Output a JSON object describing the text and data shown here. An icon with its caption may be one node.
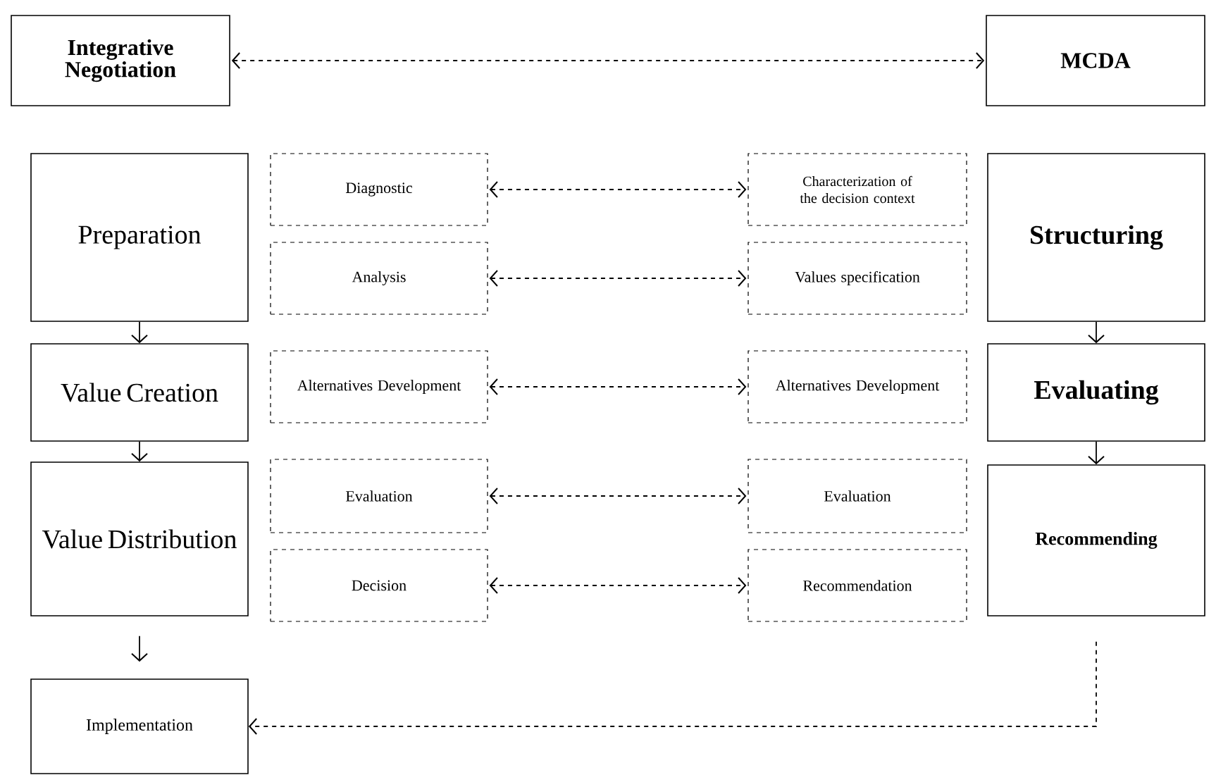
{
  "diagram": {
    "nodes": [
      {
        "text": [
          "Integrative Negotiation"
        ]
      },
      {
        "text": [
          "MCDA"
        ]
      },
      {
        "text": [
          "Preparation"
        ]
      },
      {
        "text": [
          "Diagnostic"
        ]
      },
      {
        "text": [
          "Characterization of the decision context"
        ]
      },
      {
        "text": [
          "Structuring"
        ]
      },
      {
        "text": [
          "Analysis"
        ]
      },
      {
        "text": [
          "Values specification"
        ]
      },
      {
        "text": [
          "Value Creation"
        ]
      },
      {
        "text": [
          "Alternatives Development"
        ]
      },
      {
        "text": [
          "Alternatives Development"
        ]
      },
      {
        "text": [
          "Evaluating"
        ]
      },
      {
        "text": [
          "Value Distribution"
        ]
      },
      {
        "text": [
          "Evaluation"
        ]
      },
      {
        "text": [
          "Evaluation"
        ]
      },
      {
        "text": [
          "Recommending"
        ]
      },
      {
        "text": [
          "Decision"
        ]
      },
      {
        "text": [
          "Recommendation"
        ]
      },
      {
        "text": [
          "Implementation"
        ]
      }
    ],
    "edges": [
      {
        "from": 0,
        "to": 1,
        "arrow": "both",
        "style": "dashed"
      },
      {
        "from": 3,
        "to": 4,
        "arrow": "both",
        "style": "dashed"
      },
      {
        "from": 6,
        "to": 7,
        "arrow": "both",
        "style": "dashed"
      },
      {
        "from": 9,
        "to": 10,
        "arrow": "both",
        "style": "dashed"
      },
      {
        "from": 13,
        "to": 14,
        "arrow": "both",
        "style": "dashed"
      },
      {
        "from": 16,
        "to": 17,
        "arrow": "both",
        "style": "dashed"
      },
      {
        "from": 2,
        "to": 8,
        "arrow": "to"
      },
      {
        "from": 8,
        "to": 12,
        "arrow": "to"
      },
      {
        "from": 12,
        "to": 18,
        "arrow": "to"
      },
      {
        "from": 5,
        "to": 11,
        "arrow": "to"
      },
      {
        "from": 11,
        "to": 15,
        "arrow": "to"
      },
      {
        "from": 15,
        "to": 18,
        "arrow": "to",
        "style": "dashed"
      }
    ]
  }
}
